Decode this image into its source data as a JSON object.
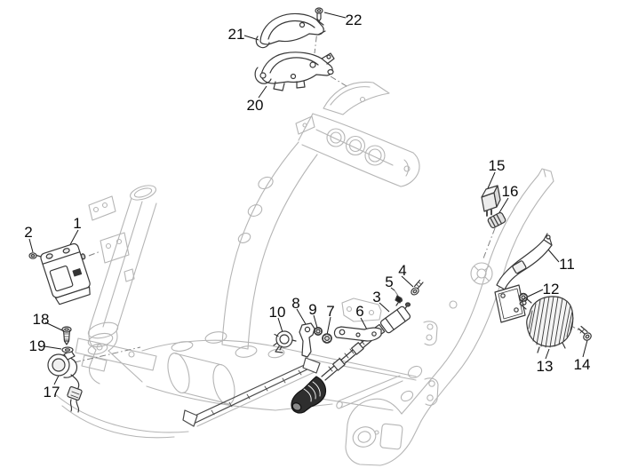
{
  "diagram": {
    "background_color": "#ffffff",
    "frame_line_color": "#b5b5b5",
    "part_line_color": "#383838",
    "label_color": "#0a0a0a",
    "dash_line_color": "#808080"
  },
  "callouts": [
    {
      "label": "1"
    },
    {
      "label": "2"
    },
    {
      "label": "3"
    },
    {
      "label": "4"
    },
    {
      "label": "5"
    },
    {
      "label": "6"
    },
    {
      "label": "7"
    },
    {
      "label": "8"
    },
    {
      "label": "9"
    },
    {
      "label": "10"
    },
    {
      "label": "11"
    },
    {
      "label": "12"
    },
    {
      "label": "13"
    },
    {
      "label": "14"
    },
    {
      "label": "15"
    },
    {
      "label": "16"
    },
    {
      "label": "17"
    },
    {
      "label": "18"
    },
    {
      "label": "19"
    },
    {
      "label": "20"
    },
    {
      "label": "21"
    },
    {
      "label": "22"
    }
  ]
}
